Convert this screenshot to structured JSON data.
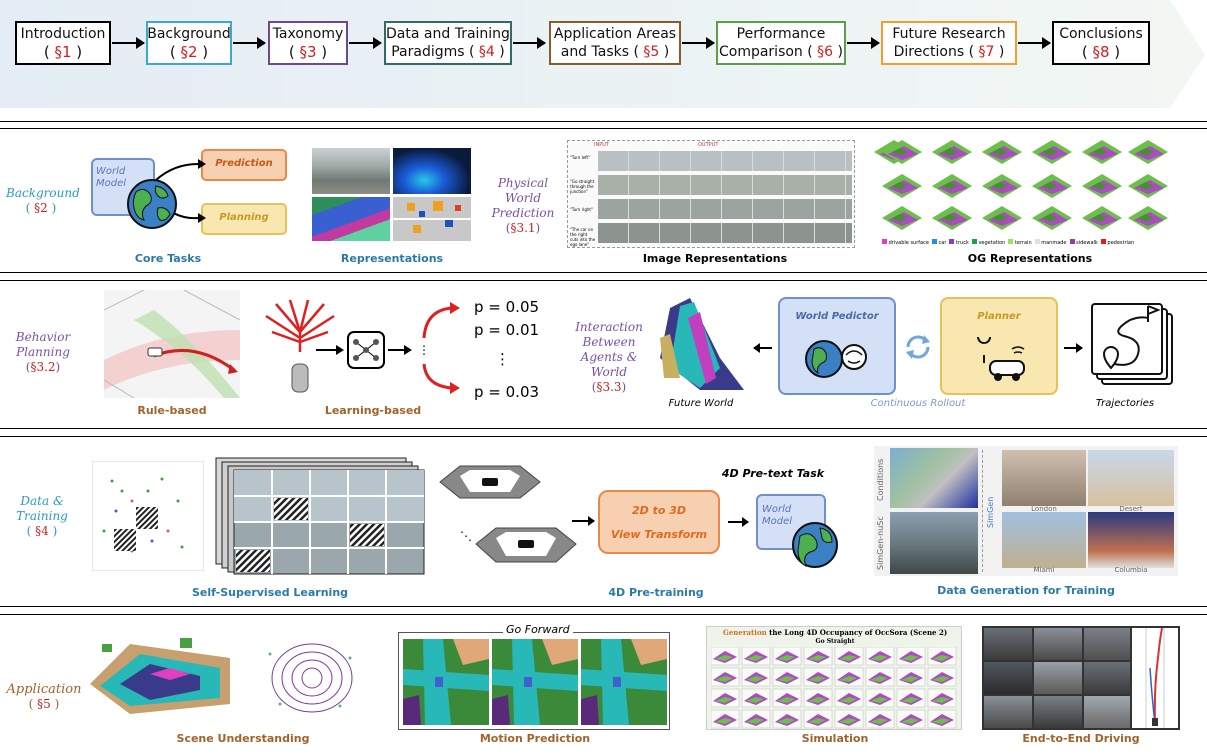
{
  "nav": {
    "items": [
      {
        "line1": "Introduction",
        "line2": "(",
        "sec": "§1",
        "close": ")",
        "color": "#000000"
      },
      {
        "line1": "Background",
        "line2": "(",
        "sec": "§2",
        "close": ")",
        "color": "#3ba9c9"
      },
      {
        "line1": "Taxonomy",
        "line2": "(",
        "sec": "§3",
        "close": ")",
        "color": "#6a4a8c"
      },
      {
        "line1": "Data and Training",
        "line2": "Paradigms (",
        "sec": "§4",
        "close": ")",
        "color": "#2e6b6b"
      },
      {
        "line1": "Application Areas",
        "line2": "and Tasks (",
        "sec": "§5",
        "close": ")",
        "color": "#8a5a2b"
      },
      {
        "line1": "Performance",
        "line2": "Comparison (",
        "sec": "§6",
        "close": ")",
        "color": "#5aa046"
      },
      {
        "line1": "Future Research",
        "line2": "Directions (",
        "sec": "§7",
        "close": ")",
        "color": "#f0a030"
      },
      {
        "line1": "Conclusions",
        "line2": "(",
        "sec": "§8",
        "close": ")",
        "color": "#000000"
      }
    ]
  },
  "row1": {
    "label": {
      "title": "Background",
      "open": "(",
      "sec": "§2",
      "close": ")"
    },
    "world_model": "World Model",
    "prediction": "Prediction",
    "planning": "Planning",
    "core_tasks": "Core Tasks",
    "representations": "Representations",
    "physical": {
      "title_1": "Physical",
      "title_2": "World",
      "title_3": "Prediction",
      "open": "(",
      "sec": "§3.1",
      "close": ")"
    },
    "image_input": "INPUT",
    "image_output": "OUTPUT",
    "image_prompts": [
      "\"Turn left\"",
      "\"Go straight through the junction\"",
      "\"Turn right\"",
      "\"The car on the right cuts into the ego lane\""
    ],
    "image_representations": "Image Representations",
    "og_representations": "OG Representations",
    "og_legend": [
      "drivable surface",
      "car",
      "truck",
      "vegetation",
      "terrain",
      "manmade",
      "sidewalk",
      "pedestrian"
    ]
  },
  "row2": {
    "label": {
      "title_1": "Behavior",
      "title_2": "Planning",
      "open": "(",
      "sec": "§3.2",
      "close": ")"
    },
    "rule_based": "Rule-based",
    "learning_based": "Learning-based",
    "probs": [
      "p = 0.05",
      "p = 0.01",
      "⋮",
      "p = 0.03"
    ],
    "interaction": {
      "title_1": "Interaction",
      "title_2": "Between",
      "title_3": "Agents &",
      "title_4": "World",
      "open": "(",
      "sec": "§3.3",
      "close": ")"
    },
    "future_world": "Future World",
    "world_predictor": "World Pedictor",
    "planner": "Planner",
    "continuous_rollout": "Continuous Rollout",
    "trajectories": "Trajectories"
  },
  "row3": {
    "label": {
      "title_1": "Data &",
      "title_2": "Training",
      "open": "(",
      "sec": "§4",
      "close": ")"
    },
    "ssl": "Self-Supervised Learning",
    "pretext": "4D Pre-text Task",
    "view_transform_1": "2D to 3D",
    "view_transform_2": "View Transform",
    "world_model": "World Model",
    "pretraining": "4D Pre-training",
    "conditions": "Conditions",
    "simgen": "SimGen",
    "simgen_nusc": "SimGen-nuSc",
    "cities": [
      "London",
      "Desert",
      "Miami",
      "Columbia"
    ],
    "data_gen": "Data Generation for Training"
  },
  "row4": {
    "label": {
      "title": "Application",
      "open": "(",
      "sec": "§5",
      "close": ")"
    },
    "scene": "Scene Understanding",
    "go_forward": "Go Forward",
    "motion": "Motion Prediction",
    "sim_title_red": "Generation",
    "sim_title": "the Long 4D Occupancy of OccSora (Scene 2)",
    "sim_sub": "Go Straight",
    "simulation": "Simulation",
    "e2e": "End-to-End Driving"
  },
  "colors": {
    "orange_box": "#f6d0b0",
    "orange_border": "#e8894a",
    "yellow_box": "#f8e7b0",
    "yellow_border": "#e6c25a",
    "blue_box": "#d4e0f5",
    "blue_border": "#6f8fd0",
    "section_red": "#d21e1e",
    "label_teal": "#2a9ac4",
    "label_purple": "#7b4fa8",
    "label_brown": "#a2632b",
    "caption_teal": "#2a7aa8"
  }
}
